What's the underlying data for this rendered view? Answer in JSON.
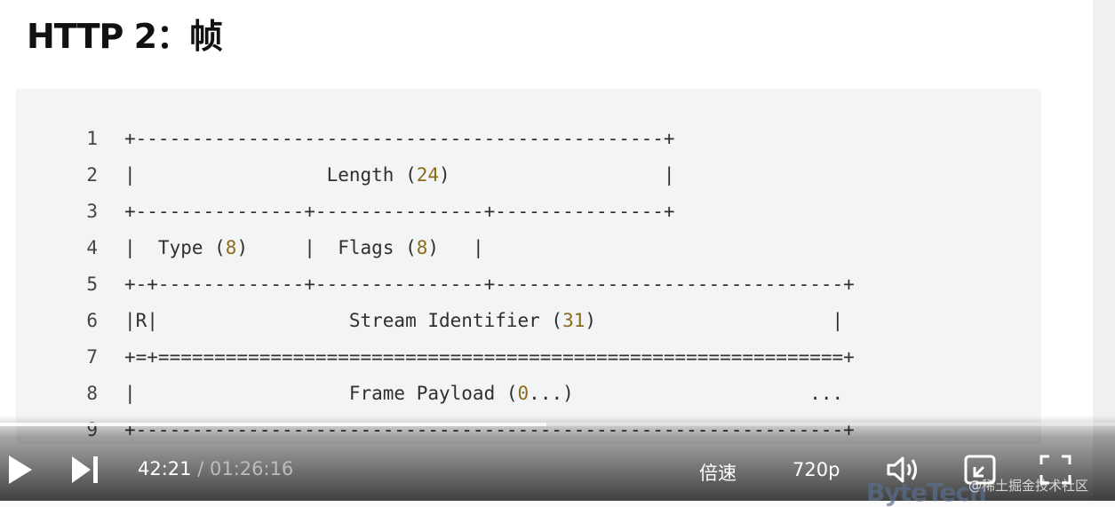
{
  "slide": {
    "title": "HTTP 2：帧",
    "code_lines": [
      {
        "n": "1",
        "parts": [
          {
            "t": "+-----------------------------------------------+",
            "num": false
          }
        ]
      },
      {
        "n": "2",
        "parts": [
          {
            "t": "|                 Length (",
            "num": false
          },
          {
            "t": "24",
            "num": true
          },
          {
            "t": ")                   |",
            "num": false
          }
        ]
      },
      {
        "n": "3",
        "parts": [
          {
            "t": "+---------------+---------------+---------------+",
            "num": false
          }
        ]
      },
      {
        "n": "4",
        "parts": [
          {
            "t": "|  Type (",
            "num": false
          },
          {
            "t": "8",
            "num": true
          },
          {
            "t": ")     |  Flags (",
            "num": false
          },
          {
            "t": "8",
            "num": true
          },
          {
            "t": ")   |",
            "num": false
          }
        ]
      },
      {
        "n": "5",
        "parts": [
          {
            "t": "+-+-------------+---------------+-------------------------------+",
            "num": false
          }
        ]
      },
      {
        "n": "6",
        "parts": [
          {
            "t": "|R|                 Stream Identifier (",
            "num": false
          },
          {
            "t": "31",
            "num": true
          },
          {
            "t": ")                     |",
            "num": false
          }
        ]
      },
      {
        "n": "7",
        "parts": [
          {
            "t": "+=+=============================================================+",
            "num": false
          }
        ]
      },
      {
        "n": "8",
        "parts": [
          {
            "t": "|                   Frame Payload (",
            "num": false
          },
          {
            "t": "0",
            "num": true
          },
          {
            "t": "...)                     ...",
            "num": false
          }
        ]
      },
      {
        "n": "9",
        "parts": [
          {
            "t": "+---------------------------------------------------------------+",
            "num": false
          }
        ]
      }
    ]
  },
  "player": {
    "current_time": "42:21",
    "separator": " / ",
    "total_time": "01:26:16",
    "progress": 0.49,
    "speed_label": "倍速",
    "quality_label": "720p",
    "icons": [
      "play-icon",
      "next-icon",
      "volume-icon",
      "picture-in-picture-icon",
      "fullscreen-icon"
    ]
  },
  "watermark": {
    "brand": "ByteTech",
    "text": "@稀土掘金技术社区"
  },
  "colors": {
    "number": "#8a6d1a",
    "panel": "#f3f4f5"
  }
}
